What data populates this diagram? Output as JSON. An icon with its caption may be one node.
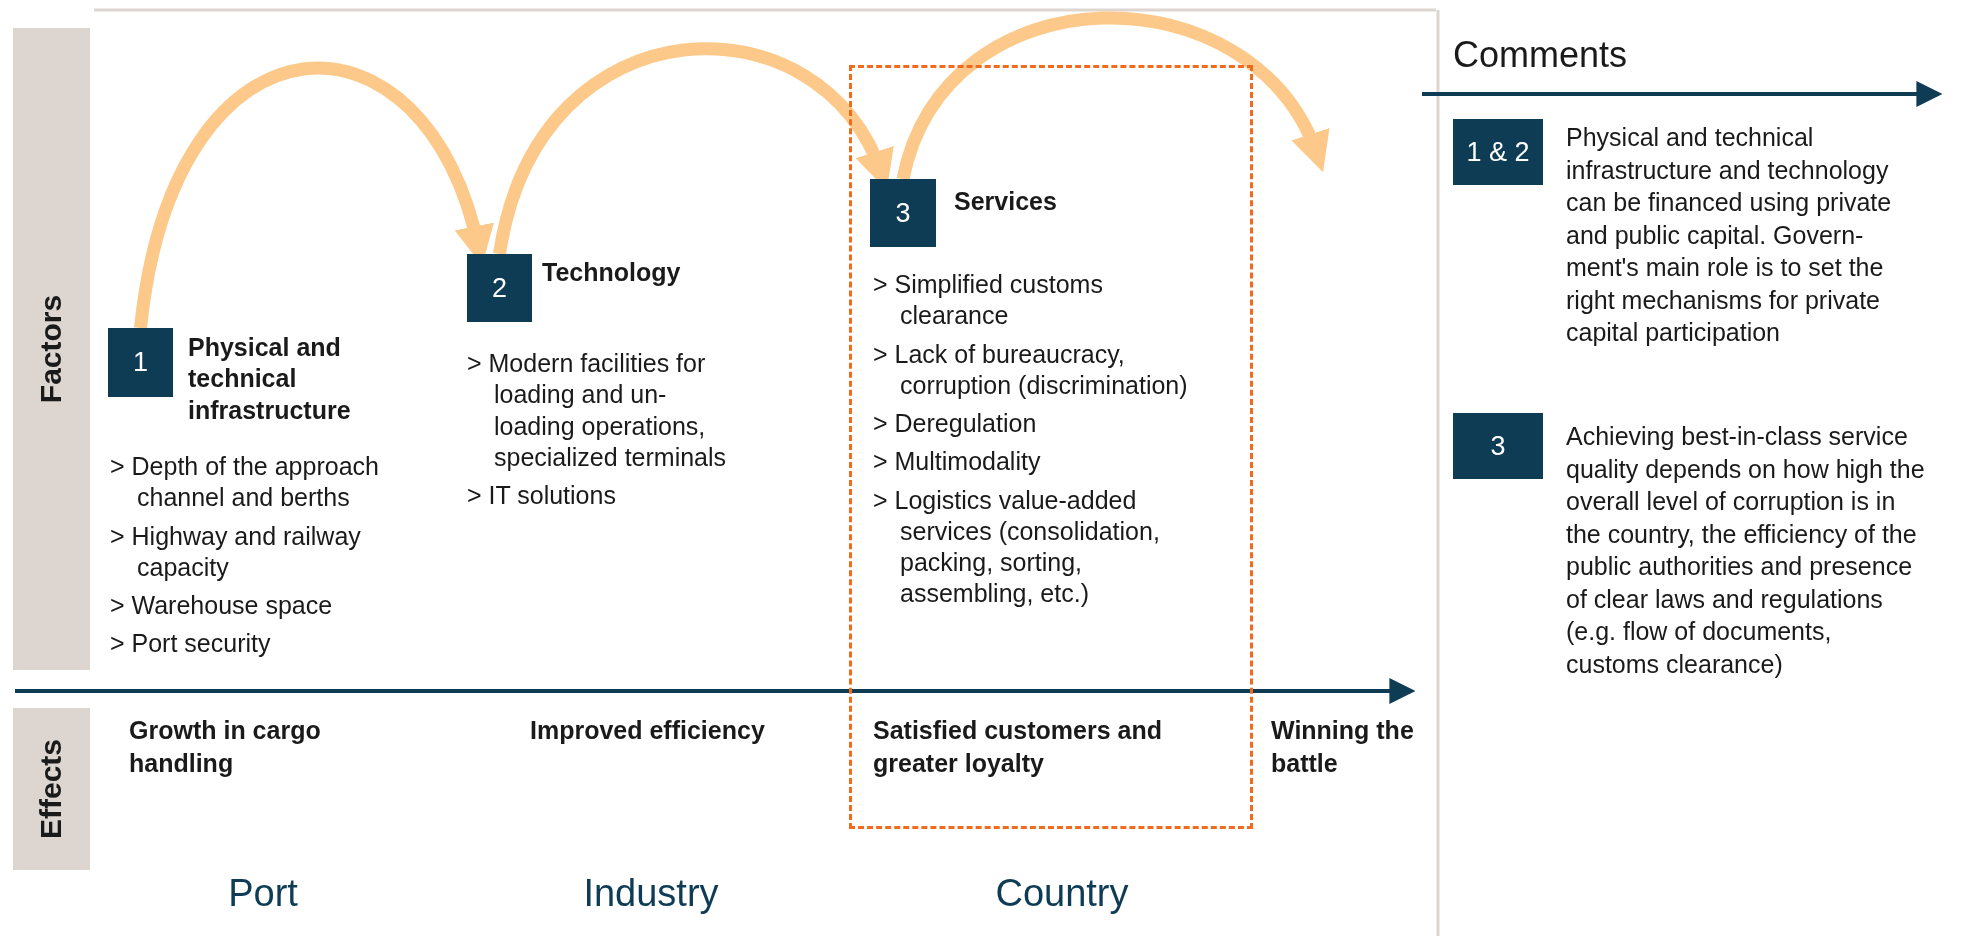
{
  "diagram": {
    "nodes": [
      {
        "text": [
          "Factors"
        ]
      },
      {
        "text": [
          "Effects"
        ]
      },
      {
        "text": [],
        "shape": "box"
      },
      {
        "text": [
          "1"
        ],
        "beside": [
          "Physical and technical infrastructure",
          "> Depth of the approach channel and berths",
          "> Highway and railway capacity",
          "> Warehouse space",
          "> Port security"
        ]
      },
      {
        "text": [
          "2"
        ],
        "beside": [
          "Technology",
          "> Modern facilities for loading and un- loading operations, specialized terminals",
          "> IT solutions"
        ]
      },
      {
        "text": [
          "3"
        ],
        "in": 2,
        "beside": [
          "Services",
          "> Simplified customs clearance",
          "> Lack of bureaucracy, corruption (discrimination)",
          "> Deregulation",
          "> Multimodality",
          "> Logistics value-added services (consolidation, packing, sorting, assembling, etc.)"
        ]
      },
      {
        "text": [
          "1 & 2"
        ],
        "beside": [
          "Physical and technical infrastructure and technology can be financed using private and public capital. Govern- ment's main role is to set the right mechanisms for private capital participation"
        ]
      },
      {
        "text": [
          "3"
        ],
        "beside": [
          "Achieving best-in-class service quality depends on how high the overall level of corruption is in the country, the efficiency of the public authorities and presence of clear laws and regulations (e.g. flow of documents, customs clearance)"
        ]
      }
    ],
    "edges": [
      {
        "from": 3,
        "to": 4,
        "arrow": "to"
      },
      {
        "from": 4,
        "to": 5,
        "arrow": "to"
      },
      {
        "from": 5,
        "to": null,
        "arrow": "to"
      }
    ],
    "labels": [
      "Growth in cargo handling",
      "Improved efficiency",
      "Satisfied customers and greater loyalty",
      "Winning the battle",
      "Port",
      "Industry",
      "Country",
      "Comments"
    ]
  }
}
